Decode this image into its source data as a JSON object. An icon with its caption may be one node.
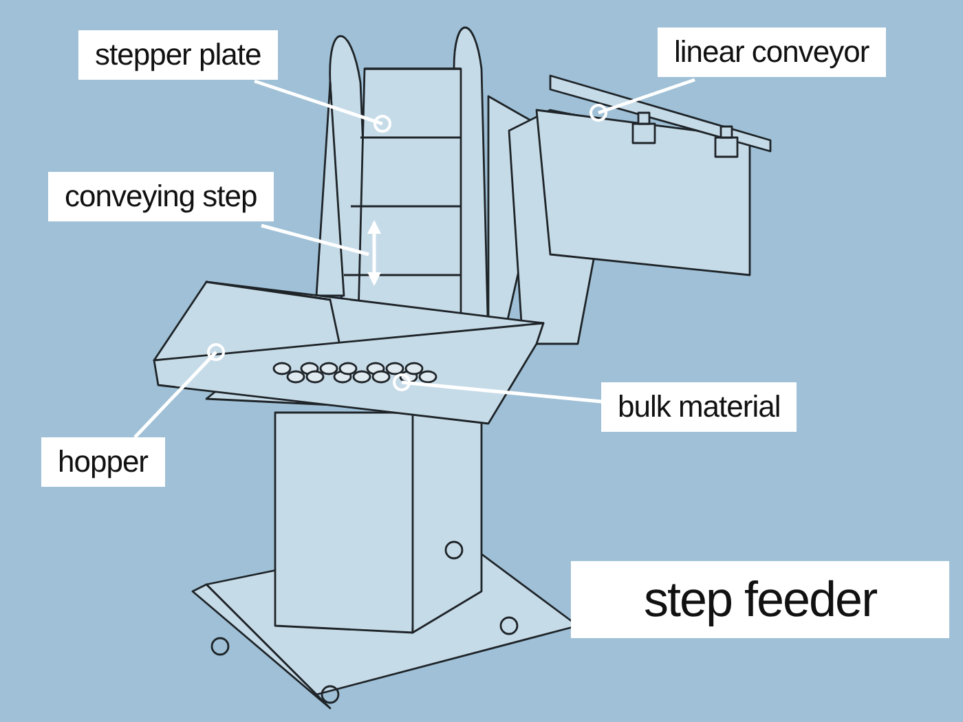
{
  "diagram": {
    "title": "step feeder",
    "nodes": [
      {
        "text": [
          "stepper plate"
        ]
      },
      {
        "text": [
          "linear conveyor"
        ]
      },
      {
        "text": [
          "conveying step"
        ]
      },
      {
        "text": [
          "bulk material"
        ]
      },
      {
        "text": [
          "hopper"
        ]
      }
    ],
    "edges": [
      {
        "from": 0,
        "to": null,
        "arrow": "other"
      },
      {
        "from": 1,
        "to": null,
        "arrow": "other"
      },
      {
        "from": 2,
        "to": null,
        "arrow": "none"
      },
      {
        "from": 3,
        "to": null,
        "arrow": "other"
      },
      {
        "from": 4,
        "to": null,
        "arrow": "other"
      }
    ]
  }
}
